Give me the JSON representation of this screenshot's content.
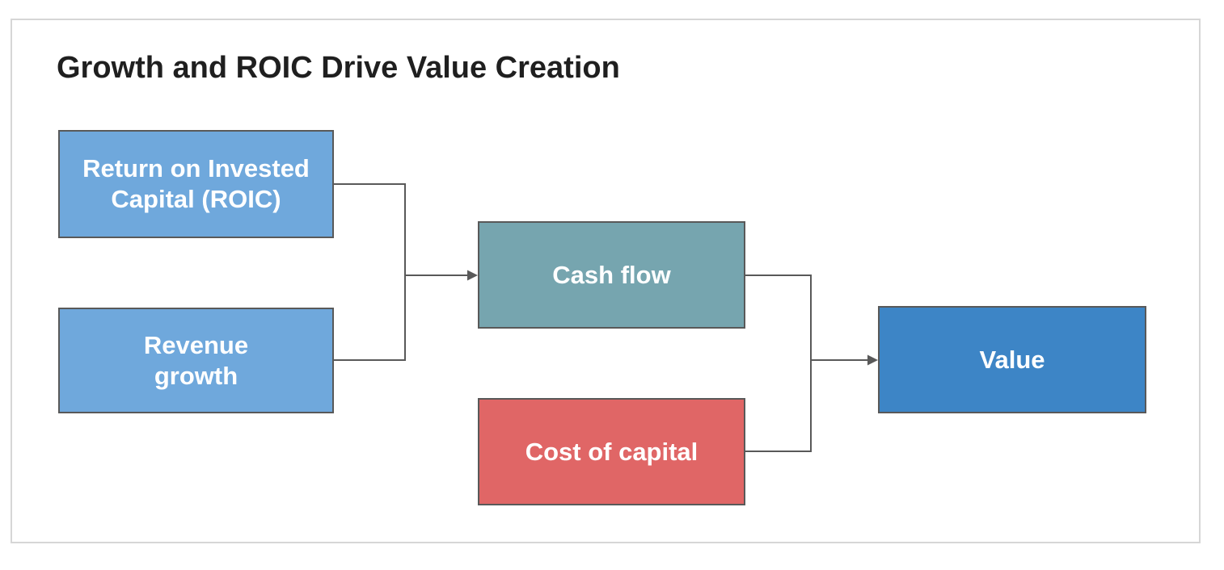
{
  "diagram": {
    "title": "Growth and ROIC Drive Value Creation",
    "title_color": "#1f1f1f",
    "frame_border_color": "#d6d6d6",
    "connector_color": "#595959",
    "node_border_color": "#595959",
    "nodes": [
      {
        "id": "roic",
        "label": "Return on Invested\nCapital (ROIC)",
        "fill": "#6fa8dc",
        "border": "#595959",
        "text_color": "#ffffff"
      },
      {
        "id": "revenue-growth",
        "label": "Revenue\ngrowth",
        "fill": "#6fa8dc",
        "border": "#595959",
        "text_color": "#ffffff"
      },
      {
        "id": "cash-flow",
        "label": "Cash flow",
        "fill": "#76a5af",
        "border": "#595959",
        "text_color": "#ffffff"
      },
      {
        "id": "cost-of-capital",
        "label": "Cost of capital",
        "fill": "#e06666",
        "border": "#595959",
        "text_color": "#ffffff"
      },
      {
        "id": "value",
        "label": "Value",
        "fill": "#3d85c6",
        "border": "#595959",
        "text_color": "#ffffff"
      }
    ],
    "edges": [
      {
        "from": [
          "Return on Invested Capital (ROIC)",
          "Revenue growth"
        ],
        "to": "Cash flow"
      },
      {
        "from": [
          "Cash flow",
          "Cost of capital"
        ],
        "to": "Value"
      }
    ]
  }
}
